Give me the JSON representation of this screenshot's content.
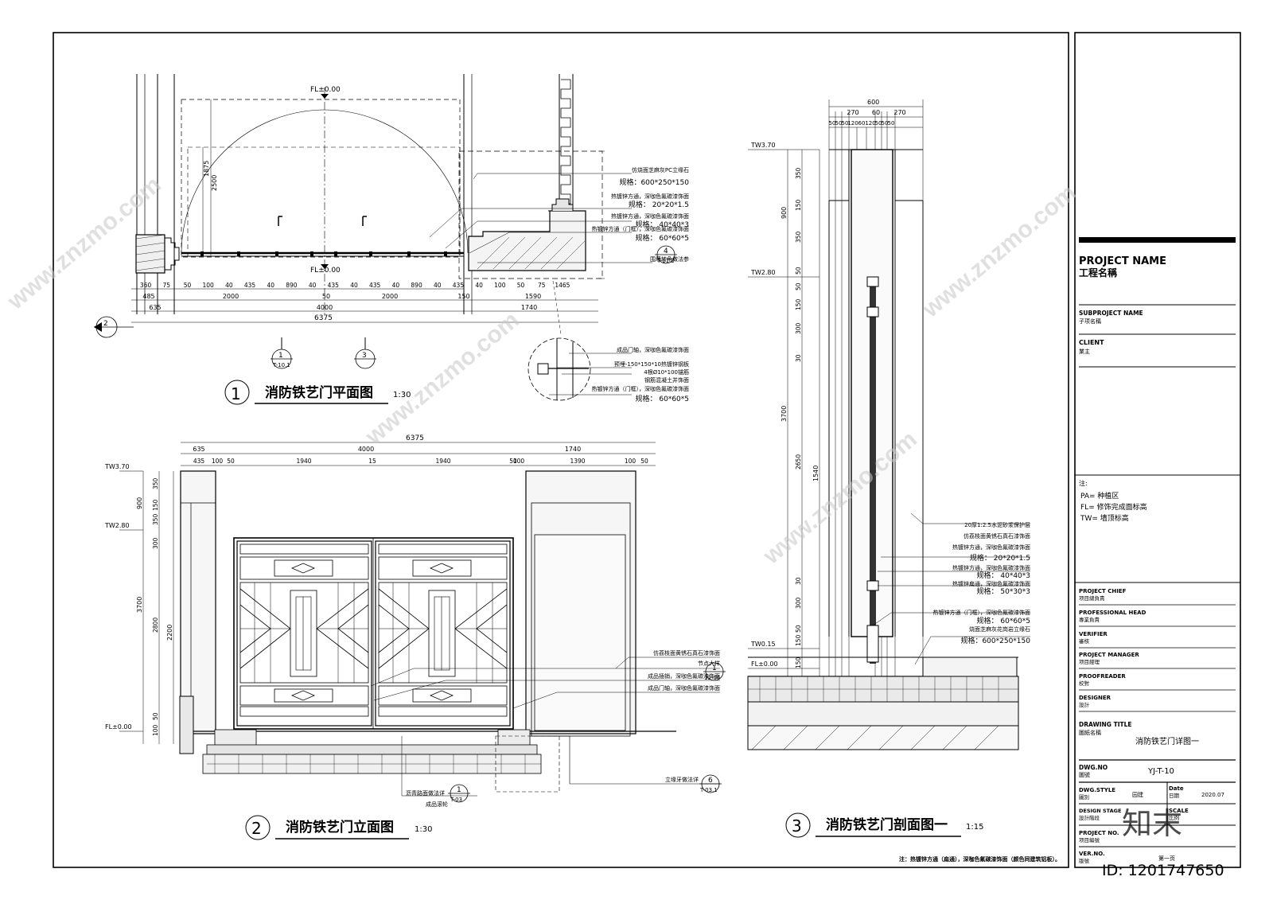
{
  "title_block": {
    "project_name_en": "PROJECT NAME",
    "project_name_cn": "工程名稱",
    "subproject_en": "SUBPROJECT NAME",
    "subproject_cn": "子项名稱",
    "client_en": "CLIENT",
    "client_cn": "業主",
    "notes_head": "注:",
    "notes": [
      "PA= 种植区",
      "FL= 修饰完成面标高",
      "TW= 墙顶标高"
    ],
    "roles": [
      {
        "en": "PROJECT CHIEF",
        "cn": "项目總負責"
      },
      {
        "en": "PROFESSIONAL HEAD",
        "cn": "專業負責"
      },
      {
        "en": "VERIFIER",
        "cn": "審核"
      },
      {
        "en": "PROJECT MANAGER",
        "cn": "项目經理"
      },
      {
        "en": "PROOFREADER",
        "cn": "校對"
      },
      {
        "en": "DESIGNER",
        "cn": "設計"
      }
    ],
    "drawing_title_en": "DRAWING TITLE",
    "drawing_title_cn": "圖紙名稱",
    "drawing_title_value": "消防铁艺门详图一",
    "dwg_no_en": "DWG.NO",
    "dwg_no_cn": "圖號",
    "dwg_no_value": "YJ-T-10",
    "dwg_style_en": "DWG.STYLE",
    "dwg_style_cn": "圖別",
    "dwg_style_value": "园建",
    "date_en": "Date",
    "date_cn": "日期",
    "date_value": "2020.07",
    "design_stage_en": "DESIGN STAGE",
    "design_stage_cn": "設計階段",
    "scale_en": "SCALE",
    "scale_cn": "比例",
    "project_no_en": "PROJECT NO.",
    "project_no_cn": "项目編號",
    "ver_no_en": "VER.NO.",
    "ver_no_cn": "版號",
    "sheet_count": "第一页"
  },
  "views": [
    {
      "num": "1",
      "title": "消防铁艺门平面图",
      "scale": "1:30"
    },
    {
      "num": "2",
      "title": "消防铁艺门立面图",
      "scale": "1:30"
    },
    {
      "num": "3",
      "title": "消防铁艺门剖面图一",
      "scale": "1:15"
    }
  ],
  "plan": {
    "fl_top": "FL±0.00",
    "fl_mid": "FL±0.00",
    "dim_v": [
      "1875",
      "2500"
    ],
    "dim_row1": [
      "360",
      "75",
      "50",
      "100",
      "40",
      "435",
      "40",
      "890",
      "40",
      "435",
      "40",
      "435",
      "40",
      "890",
      "40",
      "435",
      "40",
      "100",
      "50",
      "75",
      "1465"
    ],
    "dim_row2": [
      "485",
      "2000",
      "50",
      "2000",
      "150",
      "1590"
    ],
    "dim_row3": [
      "635",
      "4000",
      "1740"
    ],
    "dim_total": "6375",
    "callouts": [
      "仿烧面芝麻灰PC立缘石",
      "规格：600*250*150",
      "热镀锌方通，深咖色氟碳漆饰面",
      "规格： 20*20*1.5",
      "热镀锌方通，深咖色氟碳漆饰面",
      "规格： 40*40*3",
      "热镀锌方通（门框），深咖色氟碳漆饰面",
      "规格： 60*60*5",
      "围墙转角做法参"
    ],
    "ref_wall": {
      "top": "4",
      "bottom": "T-11.2"
    },
    "ref_section_1": {
      "top": "1",
      "bottom": "T-10.1"
    },
    "ref_section_3": {
      "top": "3",
      "bottom": ""
    },
    "ref_elev": {
      "top": "2",
      "bottom": ""
    },
    "detail_callouts": [
      "成品门轴，深咖色氟碳漆饰面",
      "预埋-150*150*10热镀锌钢板",
      "4根Ø10*100锚筋",
      "钢筋混凝土并饰面",
      "热镀锌方通（门框），深咖色氟碳漆饰面",
      "规格： 60*60*5"
    ]
  },
  "elevation": {
    "dim_total": "6375",
    "dim_row1": [
      "635",
      "4000",
      "1740"
    ],
    "dim_row2": [
      "435",
      "100",
      "50",
      "1940",
      "15",
      "1940",
      "50",
      "100",
      "1390",
      "100",
      "50"
    ],
    "levels": [
      "TW3.70",
      "TW2.80",
      "FL±0.00"
    ],
    "dim_v1": [
      "900",
      "3700"
    ],
    "dim_v2": [
      "350",
      "150",
      "350",
      "300",
      "2800",
      "50",
      "100"
    ],
    "dim_v3": [
      "2200"
    ],
    "callouts": [
      "仿荔枝面黄锈石真石漆饰面",
      "节点大样",
      "成品插销，深咖色氟碳漆饰面",
      "成品门轴，深咖色氟碳漆饰面"
    ],
    "ref_node": {
      "top": "1",
      "bottom": "12-06"
    },
    "ref_road": {
      "label": "沥青路面做法详",
      "top": "1",
      "bottom": "T-03"
    },
    "ref_kerb": {
      "label": "立缘牙做法详",
      "top": "6",
      "bottom": "T-03.1"
    },
    "bottom_label": "成品滚轮"
  },
  "section": {
    "dim_top": "600",
    "dim_row1": [
      "270",
      "60",
      "270"
    ],
    "dim_row2": [
      "50",
      "50",
      "50",
      "120",
      "60",
      "120",
      "50",
      "50",
      "50"
    ],
    "levels": [
      "TW3.70",
      "TW2.80",
      "TW0.15",
      "FL±0.00"
    ],
    "dim_v1": [
      "900",
      "3700"
    ],
    "dim_v2": [
      "350",
      "150",
      "350",
      "50",
      "50",
      "150",
      "300",
      "30",
      "2650",
      "30",
      "300",
      "50",
      "150",
      "150"
    ],
    "dim_v3": [
      "1540"
    ],
    "callouts": [
      "20厚1:2.5水泥砂浆保护层",
      "仿荔枝面黄锈石真石漆饰面",
      "热镀锌方通，深咖色氟碳漆饰面",
      "规格： 20*20*1.5",
      "热镀锌方通，深咖色氟碳漆饰面",
      "规格： 40*40*3",
      "热镀锌扁通，深咖色氟碳漆饰面",
      "规格： 50*30*3",
      "热镀锌方通（门框），深咖色氟碳漆饰面",
      "规格： 60*60*5",
      "烧面芝麻灰花岗岩立缘石",
      "规格：600*250*150"
    ]
  },
  "bottom_note": "注：热镀锌方通（扁通），深咖色氟碳漆饰面（颜色同建筑铝板）。",
  "watermark": {
    "brand": "知末",
    "site": "www.znzmo.com",
    "id": "ID: 1201747650"
  }
}
